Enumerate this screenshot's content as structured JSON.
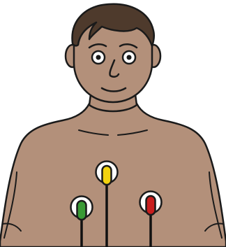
{
  "illustration": {
    "subject": "person-torso-front",
    "colors": {
      "skin": "#b3907a",
      "hair": "#4e3a2c",
      "outline": "#1a1a1a",
      "eye_white": "#ffffff",
      "background": "#ffffff"
    },
    "electrodes": [
      {
        "position": "center",
        "clip_color": "#f2d20f",
        "pad_color": "#ffffff",
        "wire_color": "#111111"
      },
      {
        "position": "left",
        "clip_color": "#3a9a35",
        "pad_color": "#ffffff",
        "wire_color": "#111111"
      },
      {
        "position": "right",
        "clip_color": "#c81e1e",
        "pad_color": "#ffffff",
        "wire_color": "#111111"
      }
    ]
  }
}
